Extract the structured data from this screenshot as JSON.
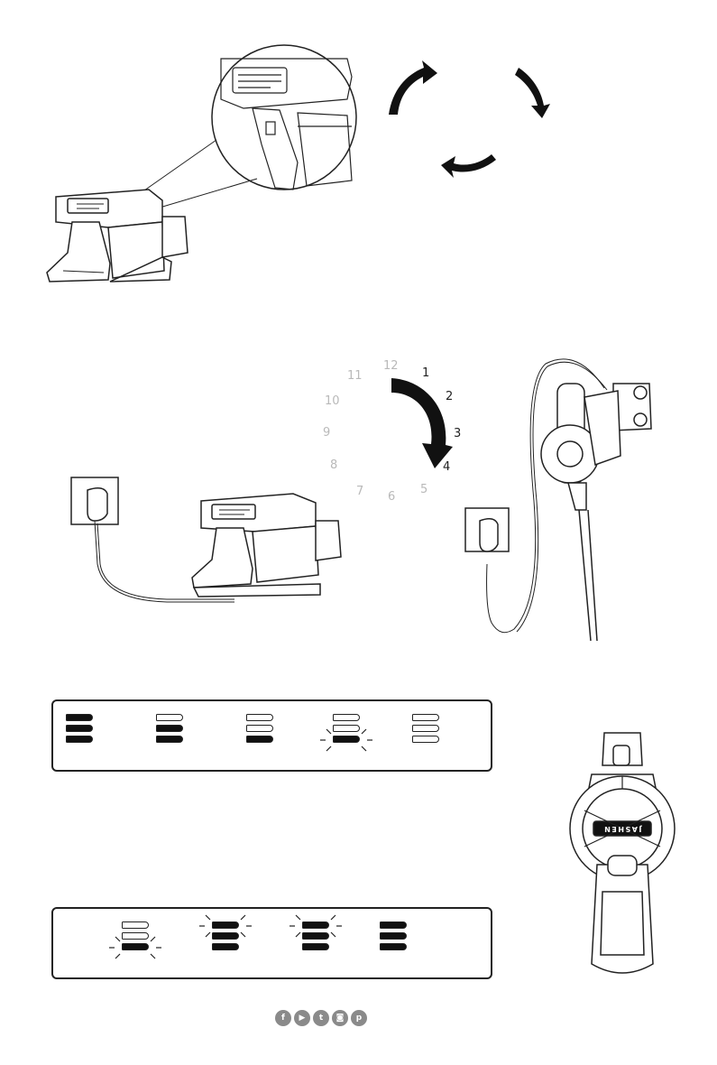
{
  "clock": {
    "numbers": [
      {
        "label": "12",
        "active": false
      },
      {
        "label": "1",
        "active": true
      },
      {
        "label": "2",
        "active": true
      },
      {
        "label": "3",
        "active": true
      },
      {
        "label": "4",
        "active": true
      },
      {
        "label": "5",
        "active": false
      },
      {
        "label": "6",
        "active": false
      },
      {
        "label": "7",
        "active": false
      },
      {
        "label": "8",
        "active": false
      },
      {
        "label": "9",
        "active": false
      },
      {
        "label": "10",
        "active": false
      },
      {
        "label": "11",
        "active": false
      }
    ]
  },
  "panel1": {
    "indicators": [
      {
        "segments": [
          "on",
          "on",
          "on"
        ]
      },
      {
        "segments": [
          "off",
          "on",
          "on"
        ]
      },
      {
        "segments": [
          "off",
          "off",
          "on"
        ]
      },
      {
        "segments": [
          "off",
          "off",
          "blink"
        ]
      },
      {
        "segments": [
          "off",
          "off",
          "off"
        ]
      }
    ]
  },
  "panel2": {
    "indicators": [
      {
        "segments": [
          "off",
          "off",
          "blink"
        ]
      },
      {
        "segments": [
          "blink",
          "on",
          "on"
        ]
      },
      {
        "segments": [
          "blink",
          "on",
          "on"
        ]
      },
      {
        "segments": [
          "on",
          "on",
          "on"
        ]
      }
    ]
  },
  "brand_text": "JASHEN",
  "social": {
    "icons": [
      {
        "name": "facebook-icon",
        "glyph": "f"
      },
      {
        "name": "youtube-icon",
        "glyph": "▶"
      },
      {
        "name": "twitter-icon",
        "glyph": "t"
      },
      {
        "name": "instagram-icon",
        "glyph": "◙"
      },
      {
        "name": "pinterest-icon",
        "glyph": "p"
      }
    ]
  }
}
